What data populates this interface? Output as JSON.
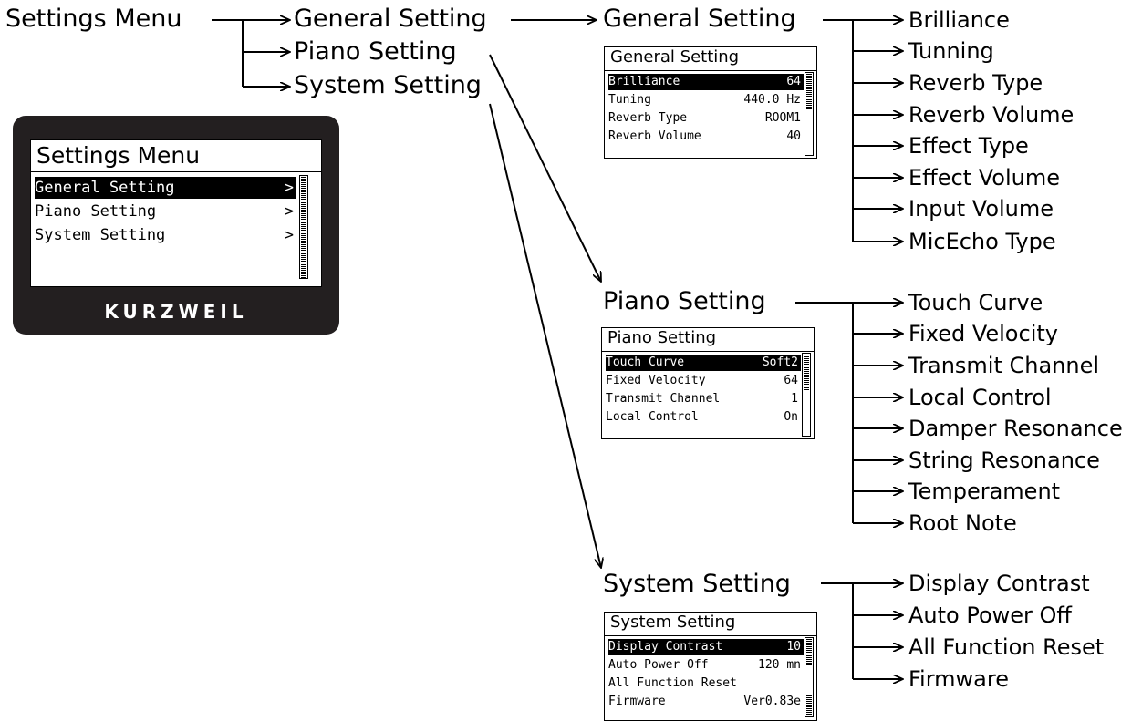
{
  "nodes": {
    "root": "Settings Menu",
    "general_child": "General Setting",
    "piano_child": "Piano Setting",
    "system_child": "System Setting",
    "general_header": "General Setting",
    "piano_header": "Piano Setting",
    "system_header": "System Setting"
  },
  "general_items": [
    "Brilliance",
    "Tunning",
    "Reverb Type",
    "Reverb Volume",
    "Effect Type",
    "Effect Volume",
    "Input Volume",
    "MicEcho Type"
  ],
  "piano_items": [
    "Touch Curve",
    "Fixed Velocity",
    "Transmit Channel",
    "Local Control",
    "Damper Resonance",
    "String Resonance",
    "Temperament",
    "Root Note"
  ],
  "system_items": [
    "Display Contrast",
    "Auto Power Off",
    "All Function Reset",
    "Firmware"
  ],
  "main_screen": {
    "title": "Settings Menu",
    "rows": [
      {
        "label": "General Setting",
        "value": ">"
      },
      {
        "label": "Piano Setting",
        "value": ">"
      },
      {
        "label": "System Setting",
        "value": ">"
      }
    ],
    "brand": "KURZWEIL"
  },
  "general_screen": {
    "title": "General Setting",
    "rows": [
      {
        "label": "Brilliance",
        "value": "64"
      },
      {
        "label": "Tuning",
        "value": "440.0 Hz"
      },
      {
        "label": "Reverb Type",
        "value": "ROOM1"
      },
      {
        "label": "Reverb Volume",
        "value": "40"
      }
    ]
  },
  "piano_screen": {
    "title": "Piano Setting",
    "rows": [
      {
        "label": "Touch Curve",
        "value": "Soft2"
      },
      {
        "label": "Fixed Velocity",
        "value": "64"
      },
      {
        "label": "Transmit Channel",
        "value": "1"
      },
      {
        "label": "Local Control",
        "value": "On"
      }
    ]
  },
  "system_screen": {
    "title": "System Setting",
    "rows": [
      {
        "label": "Display Contrast",
        "value": "10"
      },
      {
        "label": "Auto Power Off",
        "value": "120 mn"
      },
      {
        "label": "All Function Reset",
        "value": ""
      },
      {
        "label": "Firmware",
        "value": "Ver0.83e"
      }
    ]
  },
  "colors": {
    "device_body": "#231f20",
    "screen_bg": "#ffffff",
    "ink": "#000000"
  }
}
